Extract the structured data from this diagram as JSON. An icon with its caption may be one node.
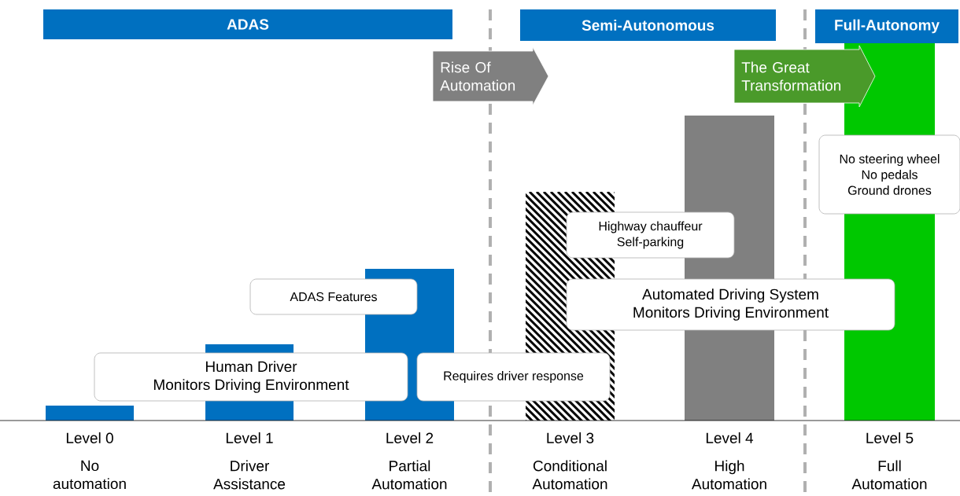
{
  "diagram": {
    "nodes": [
      {
        "text": [
          "ADAS"
        ]
      },
      {
        "text": [
          "Semi-Autonomous"
        ]
      },
      {
        "text": [
          "Full-Autonomy"
        ]
      },
      {
        "text": [
          "Rise Of Automation"
        ]
      },
      {
        "text": [
          "The Great Transformation"
        ]
      },
      {
        "text": [
          "No steering wheel",
          "No pedals",
          "Ground drones"
        ]
      },
      {
        "text": [
          "Highway chauffeur",
          "Self-parking"
        ]
      },
      {
        "text": [
          "ADAS Features"
        ]
      },
      {
        "text": [
          "Automated Driving System",
          "Monitors Driving Environment"
        ]
      },
      {
        "text": [
          "Human Driver",
          "Monitors Driving Environment"
        ]
      },
      {
        "text": [
          "Requires driver response"
        ]
      }
    ],
    "labels": [
      "Level 0",
      "Level 1",
      "Level 2",
      "Level 3",
      "Level 4",
      "Level 5",
      "No automation",
      "Driver Assistance",
      "Partial Automation",
      "Conditional Automation",
      "High Automation",
      "Full Automation"
    ]
  }
}
